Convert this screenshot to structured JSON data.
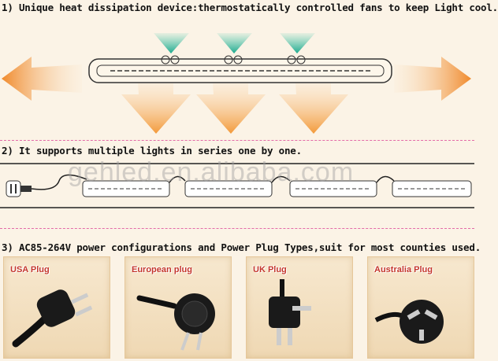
{
  "captions": {
    "heat": "1) Unique heat dissipation device:thermostatically controlled fans to keep Light cool.",
    "series": "2) It supports multiple lights in series one by one.",
    "power": "3) AC85-264V power configurations and Power Plug Types,suit for most counties used."
  },
  "watermark": "gehled.en.alibaba.com",
  "plugs": [
    {
      "label": "USA Plug"
    },
    {
      "label": "European plug"
    },
    {
      "label": "UK Plug"
    },
    {
      "label": "Australia Plug"
    }
  ],
  "colors": {
    "divider": "#e36aa8",
    "fan_airflow": "#3fc4a8",
    "heat_arrow": "#f39a3a",
    "plug_label": "#c4362b"
  }
}
